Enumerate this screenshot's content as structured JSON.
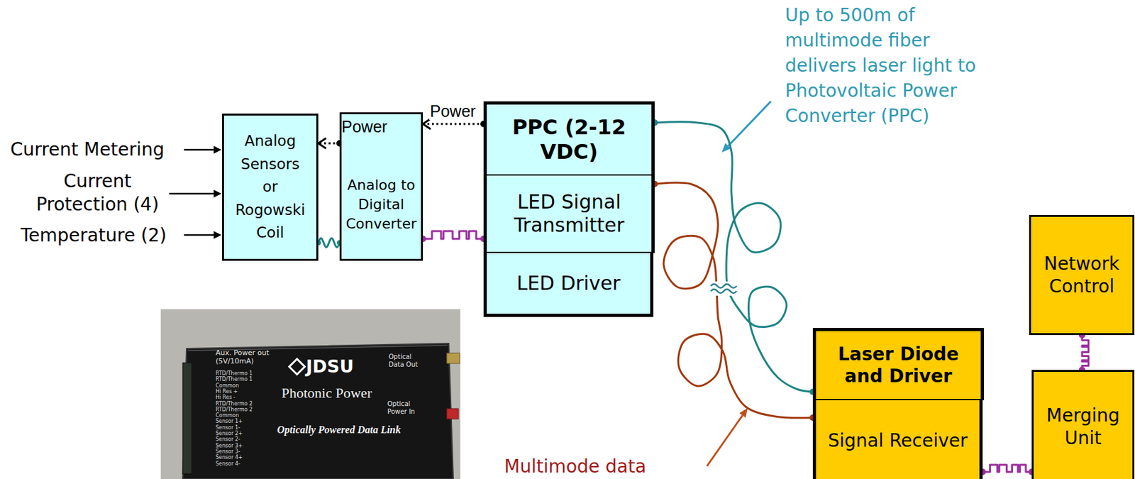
{
  "diagram": {
    "nodes": [
      {
        "text": [
          "Analog Sensors or Rogowski Coil"
        ]
      },
      {
        "text": [
          "Analog to Digital Converter"
        ]
      },
      {
        "text": [
          "PPC (2-12 VDC)"
        ]
      },
      {
        "text": [
          "LED Signal Transmitter"
        ]
      },
      {
        "text": [
          "LED Driver"
        ]
      },
      {
        "text": [
          "Laser Diode and Driver"
        ]
      },
      {
        "text": [
          "Signal Receiver"
        ]
      },
      {
        "text": [
          "Network Control"
        ]
      },
      {
        "text": [
          "Merging Unit"
        ]
      }
    ],
    "edges": [
      {
        "from": 2,
        "to": 1,
        "arrow": "to",
        "label": "Power"
      },
      {
        "from": 1,
        "to": 0,
        "arrow": "to",
        "label": "Power"
      },
      {
        "from": 0,
        "to": 1,
        "arrow": "none"
      },
      {
        "from": 1,
        "to": 3,
        "arrow": "none"
      },
      {
        "from": 2,
        "to": 5,
        "arrow": "none"
      },
      {
        "from": 3,
        "to": 6,
        "arrow": "none"
      },
      {
        "from": 6,
        "to": 8,
        "arrow": "none"
      },
      {
        "from": 7,
        "to": 8,
        "arrow": "none"
      }
    ],
    "labels": [
      "Current Metering",
      "Current Protection (4)",
      "Temperature (2)",
      "Up to 500m of multimode fiber delivers laser light to Photovoltaic Power Converter (PPC)",
      "Multimode data",
      "Aux. Power out (5V/10mA)",
      "RTD/Thermo 1",
      "RTD/Thermo 1",
      "Common",
      "Hi Res +",
      "Hi Res -",
      "RTD/Thermo 2",
      "RTD/Thermo 2",
      "Common",
      "Sensor 1+",
      "Sensor 1-",
      "Sensor 2+",
      "Sensor 2-",
      "Sensor 3+",
      "Sensor 3-",
      "Sensor 4+",
      "Sensor 4-",
      "JDSU",
      "Photonic Power",
      "Optically Powered Data Link",
      "Optical Data Out",
      "Optical Power In"
    ]
  }
}
